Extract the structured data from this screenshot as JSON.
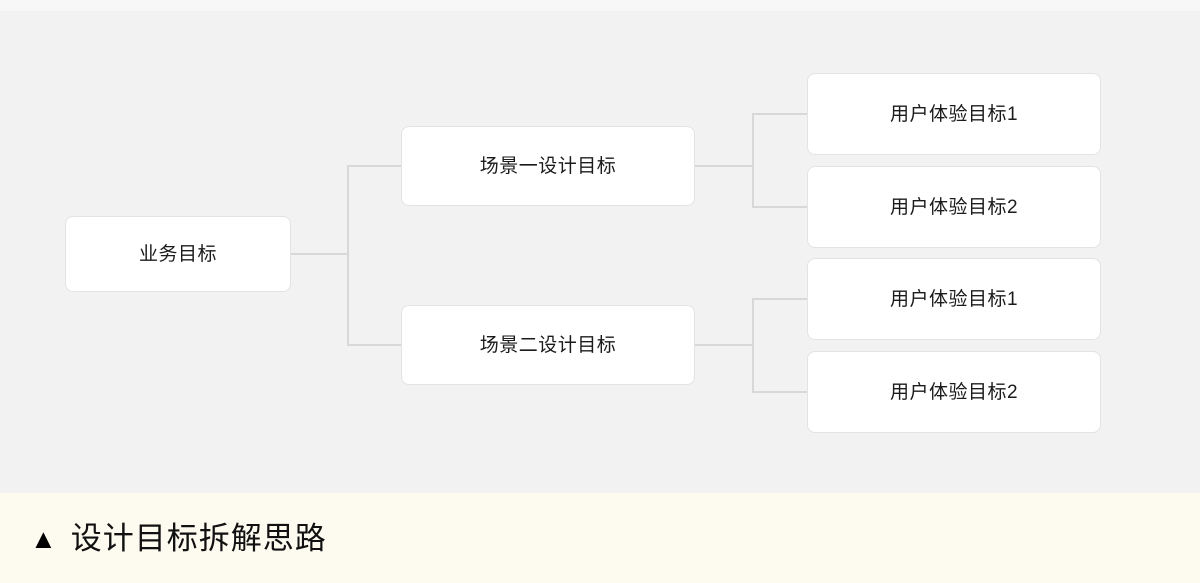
{
  "canvas": {
    "background_color": "#f2f2f2",
    "node_fill": "#ffffff",
    "node_border_color": "#e3e3e3",
    "connector_color": "#d8d8d8"
  },
  "diagram": {
    "type": "tree",
    "orientation": "left-to-right",
    "root": {
      "id": "business-goal",
      "label": "业务目标"
    },
    "level2": [
      {
        "id": "scenario-1",
        "label": "场景一设计目标"
      },
      {
        "id": "scenario-2",
        "label": "场景二设计目标"
      }
    ],
    "level3": [
      {
        "id": "ux-goal-1a",
        "label": "用户体验目标1",
        "parent": "scenario-1"
      },
      {
        "id": "ux-goal-1b",
        "label": "用户体验目标2",
        "parent": "scenario-1"
      },
      {
        "id": "ux-goal-2a",
        "label": "用户体验目标1",
        "parent": "scenario-2"
      },
      {
        "id": "ux-goal-2b",
        "label": "用户体验目标2",
        "parent": "scenario-2"
      }
    ]
  },
  "caption": {
    "marker": "▲",
    "text": "设计目标拆解思路",
    "background_color": "#fdfbef"
  }
}
